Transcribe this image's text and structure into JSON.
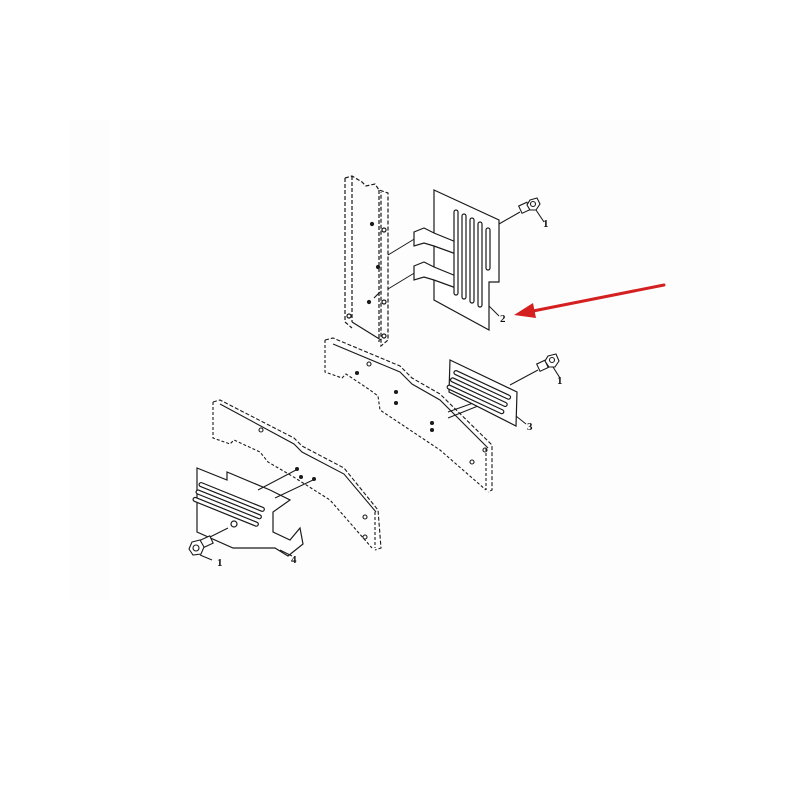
{
  "diagram": {
    "type": "exploded-parts-view",
    "background_color": "#ffffff",
    "line_color": "#1a1a1a",
    "highlight_arrow": {
      "color": "#d42020",
      "points_to_part": "2"
    },
    "callouts": [
      {
        "id": "callout-1-top",
        "label": "1",
        "part": "screw"
      },
      {
        "id": "callout-2",
        "label": "2",
        "part": "upper slotted plate"
      },
      {
        "id": "callout-1-middle",
        "label": "1",
        "part": "screw"
      },
      {
        "id": "callout-3",
        "label": "3",
        "part": "middle slotted plate"
      },
      {
        "id": "callout-1-bottom",
        "label": "1",
        "part": "screw"
      },
      {
        "id": "callout-4",
        "label": "4",
        "part": "lower slotted bracket"
      }
    ]
  }
}
